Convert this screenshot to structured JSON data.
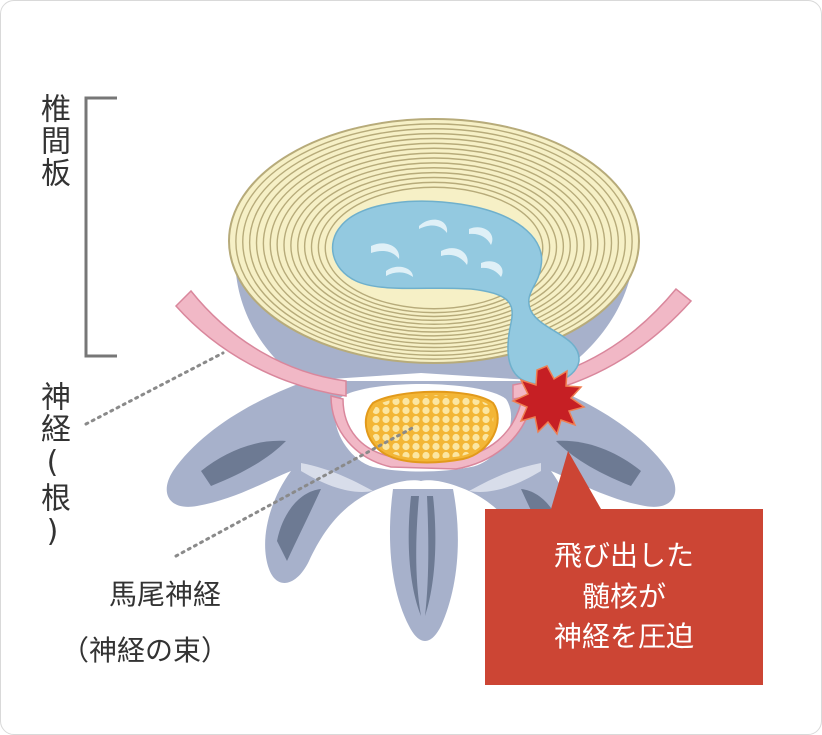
{
  "labels": {
    "disc": "椎間板",
    "nerve_root": "神経(根)",
    "cauda_equina": "馬尾神経",
    "cauda_equina_note": "（神経の束）"
  },
  "callout": {
    "line1": "飛び出した",
    "line2": "髄核が",
    "line3": "神経を圧迫"
  },
  "colors": {
    "disc_fill": "#f6f0c6",
    "disc_rings": "#b7ab7a",
    "nucleus": "#93c9e0",
    "nerve": "#f1b8c6",
    "vertebra": "#a7b1cb",
    "vertebra_dark": "#6d7a93",
    "cauda": "#f3b636",
    "callout": "#cc4534",
    "burst": "#c61f24"
  }
}
